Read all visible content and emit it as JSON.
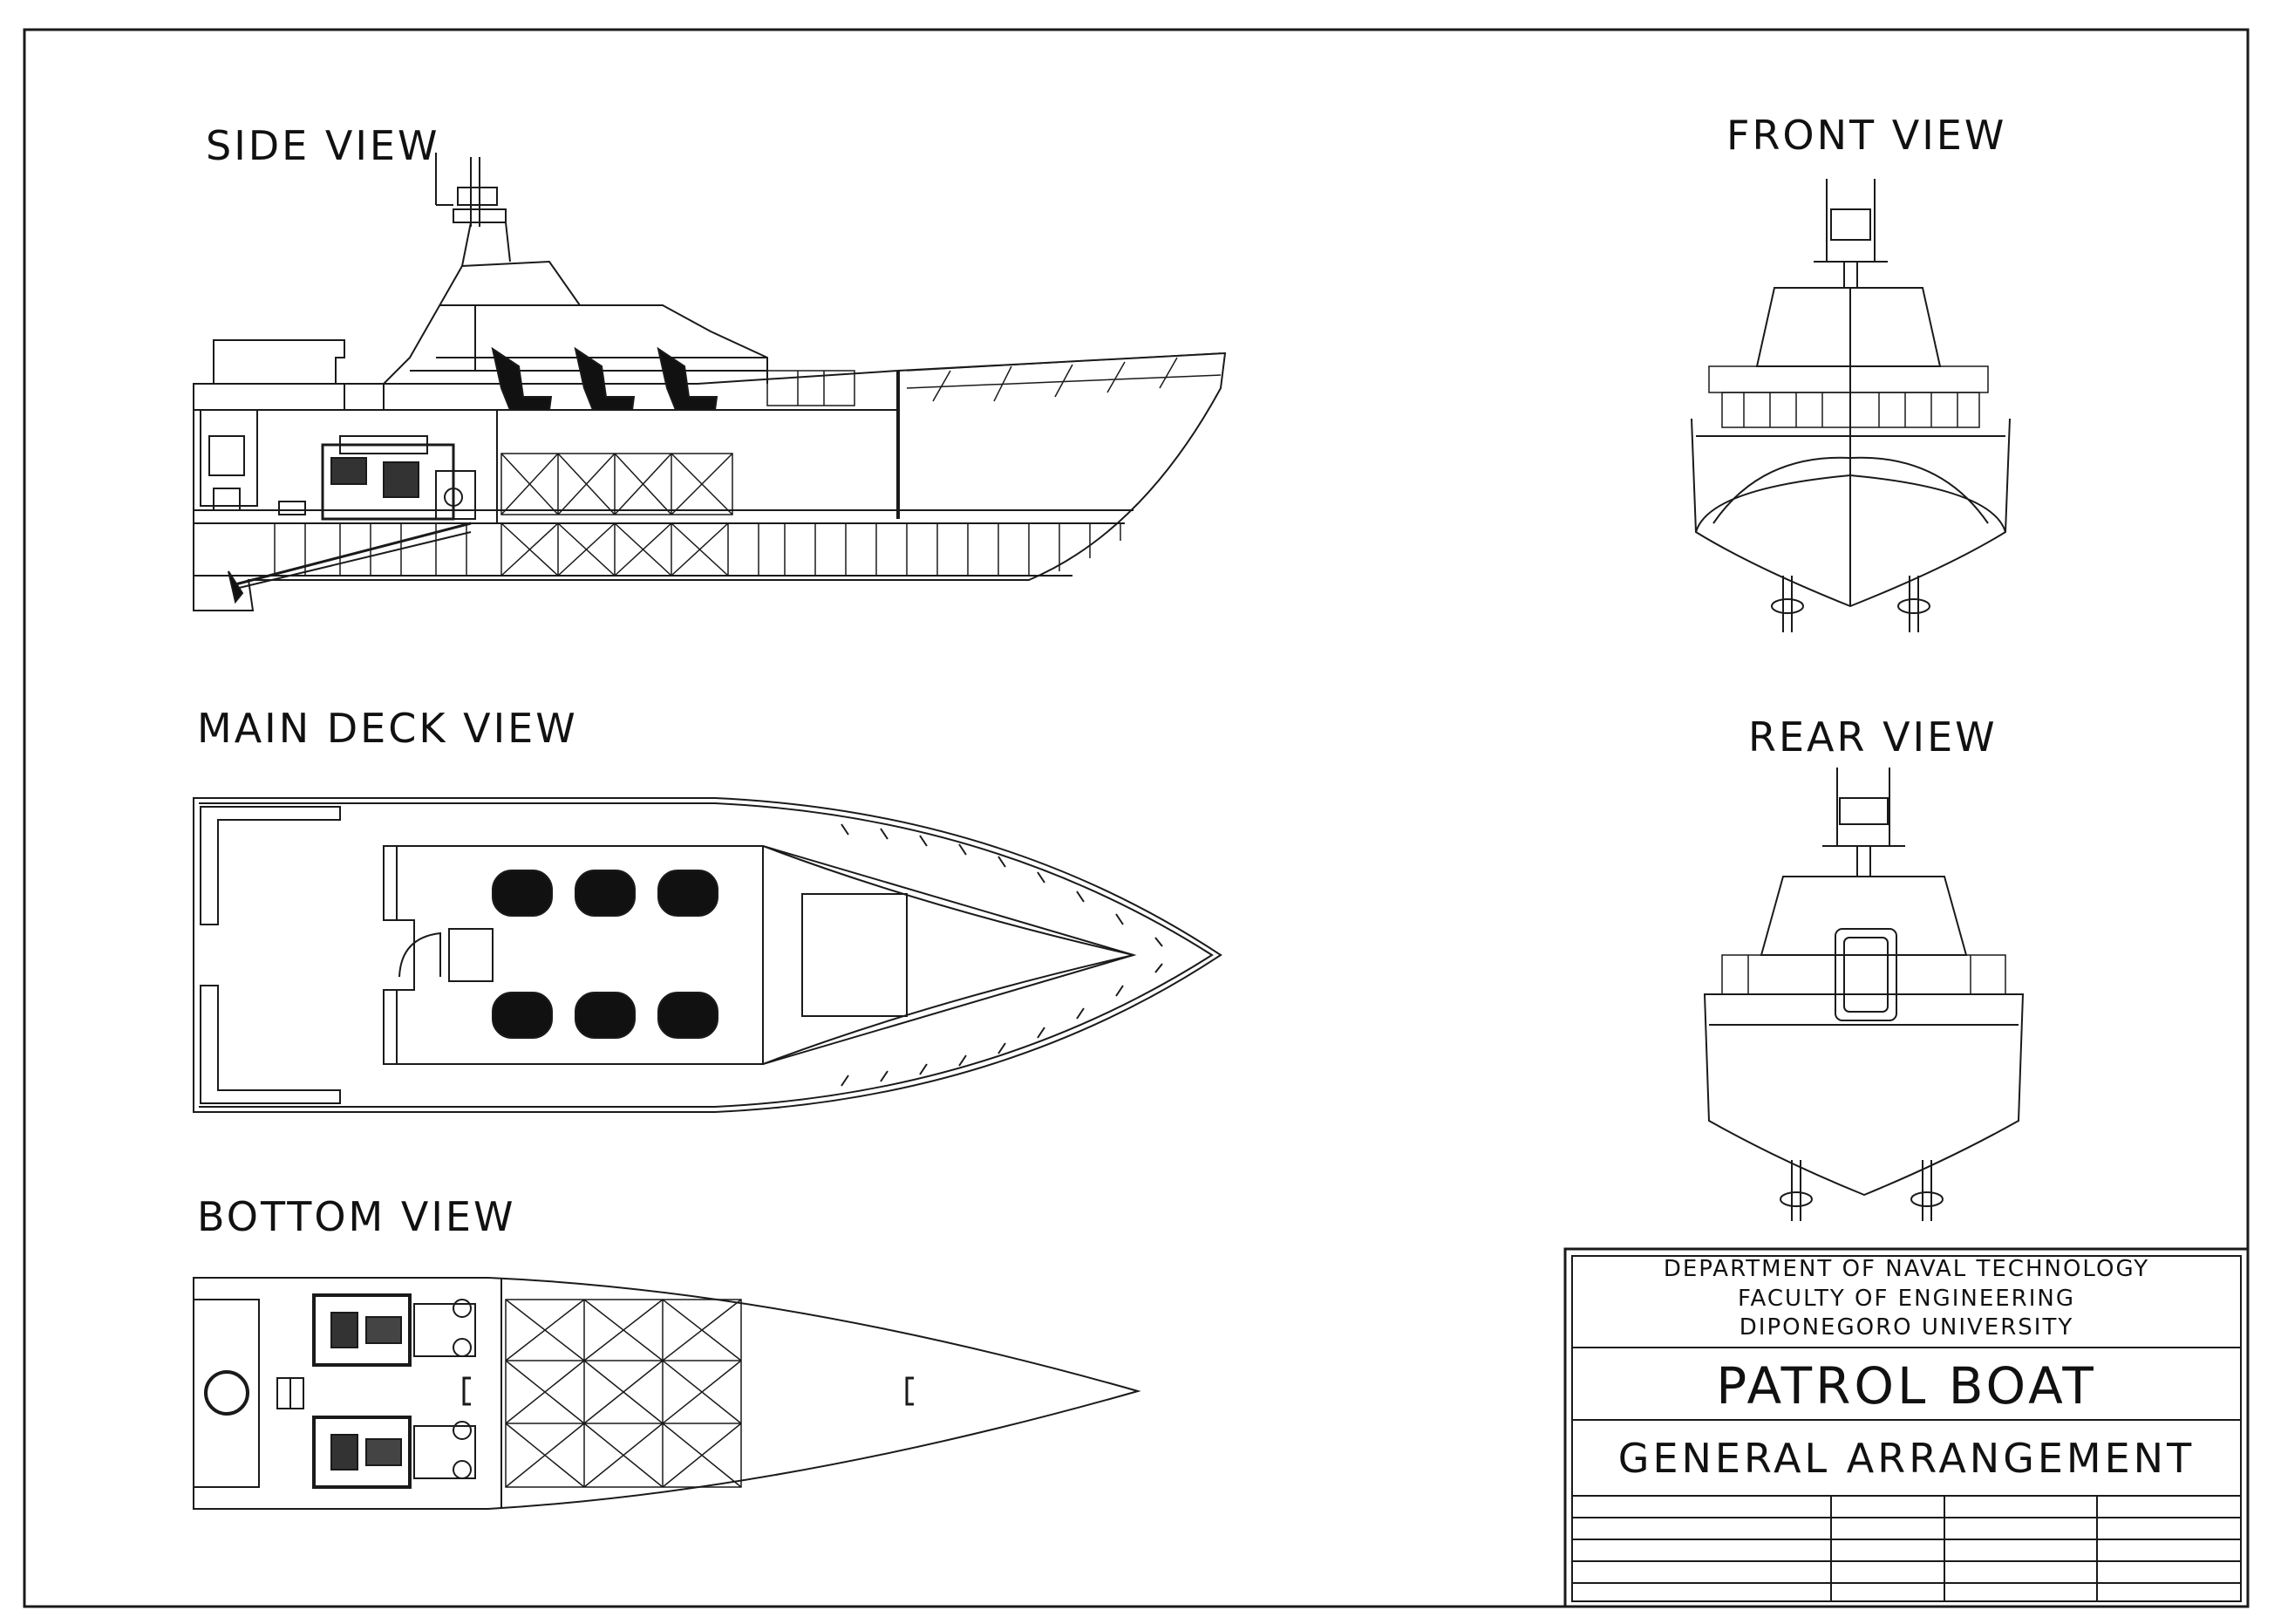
{
  "views": {
    "side": "SIDE VIEW",
    "front": "FRONT VIEW",
    "main_deck": "MAIN DECK VIEW",
    "rear": "REAR VIEW",
    "bottom": "BOTTOM VIEW"
  },
  "title_block": {
    "department": "DEPARTMENT OF NAVAL TECHNOLOGY",
    "faculty": "FACULTY OF ENGINEERING",
    "university": "DIPONEGORO UNIVERSITY",
    "project": "PATROL BOAT",
    "drawing": "GENERAL ARRANGEMENT"
  },
  "colors": {
    "line": "#1a1a1a",
    "paper": "#ffffff",
    "fill": "#111111"
  }
}
